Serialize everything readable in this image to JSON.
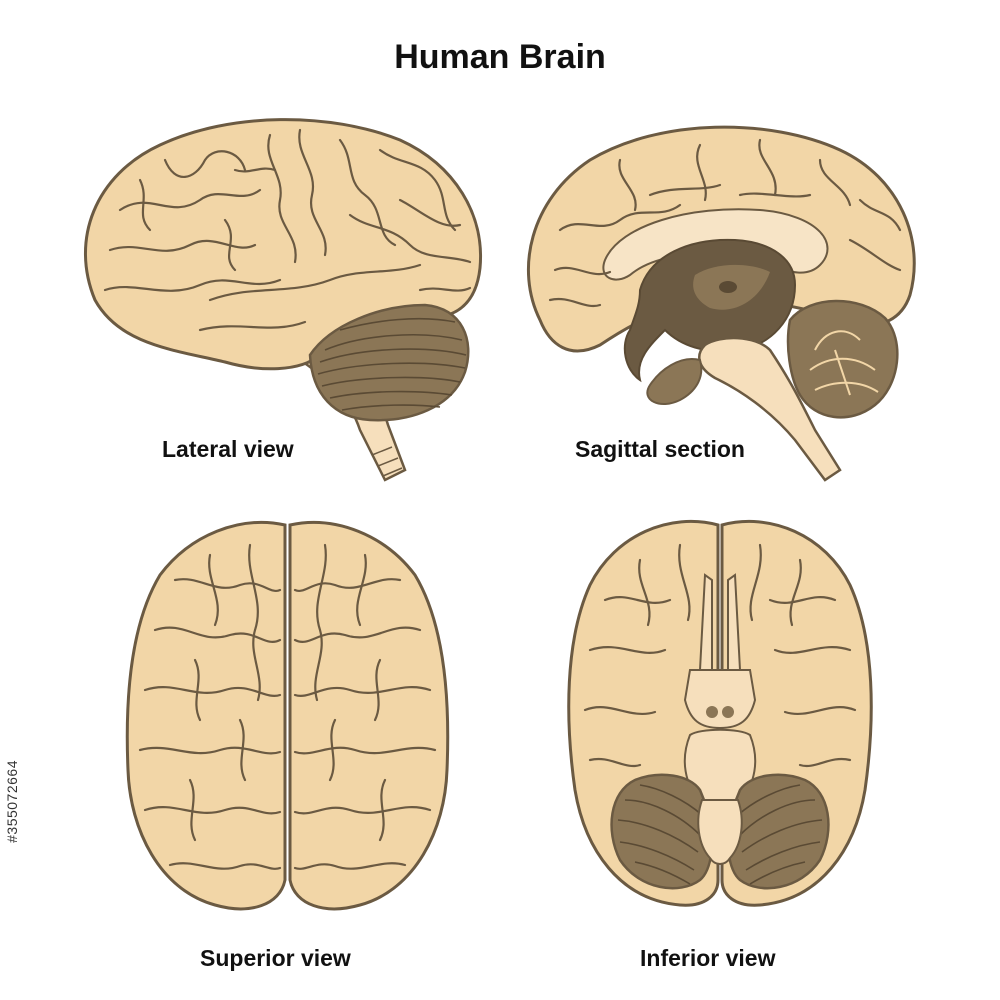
{
  "title": "Human Brain",
  "views": {
    "lateral": "Lateral view",
    "sagittal": "Sagittal section",
    "superior": "Superior view",
    "inferior": "Inferior view"
  },
  "stock_id": "#355072664",
  "colors": {
    "cortex": "#f2d6a7",
    "outline": "#6b5a42",
    "cerebellum": "#8b7656",
    "stem": "#f6dfbc",
    "ventricle": "#6b5a42",
    "pale": "#f7e4c6"
  }
}
